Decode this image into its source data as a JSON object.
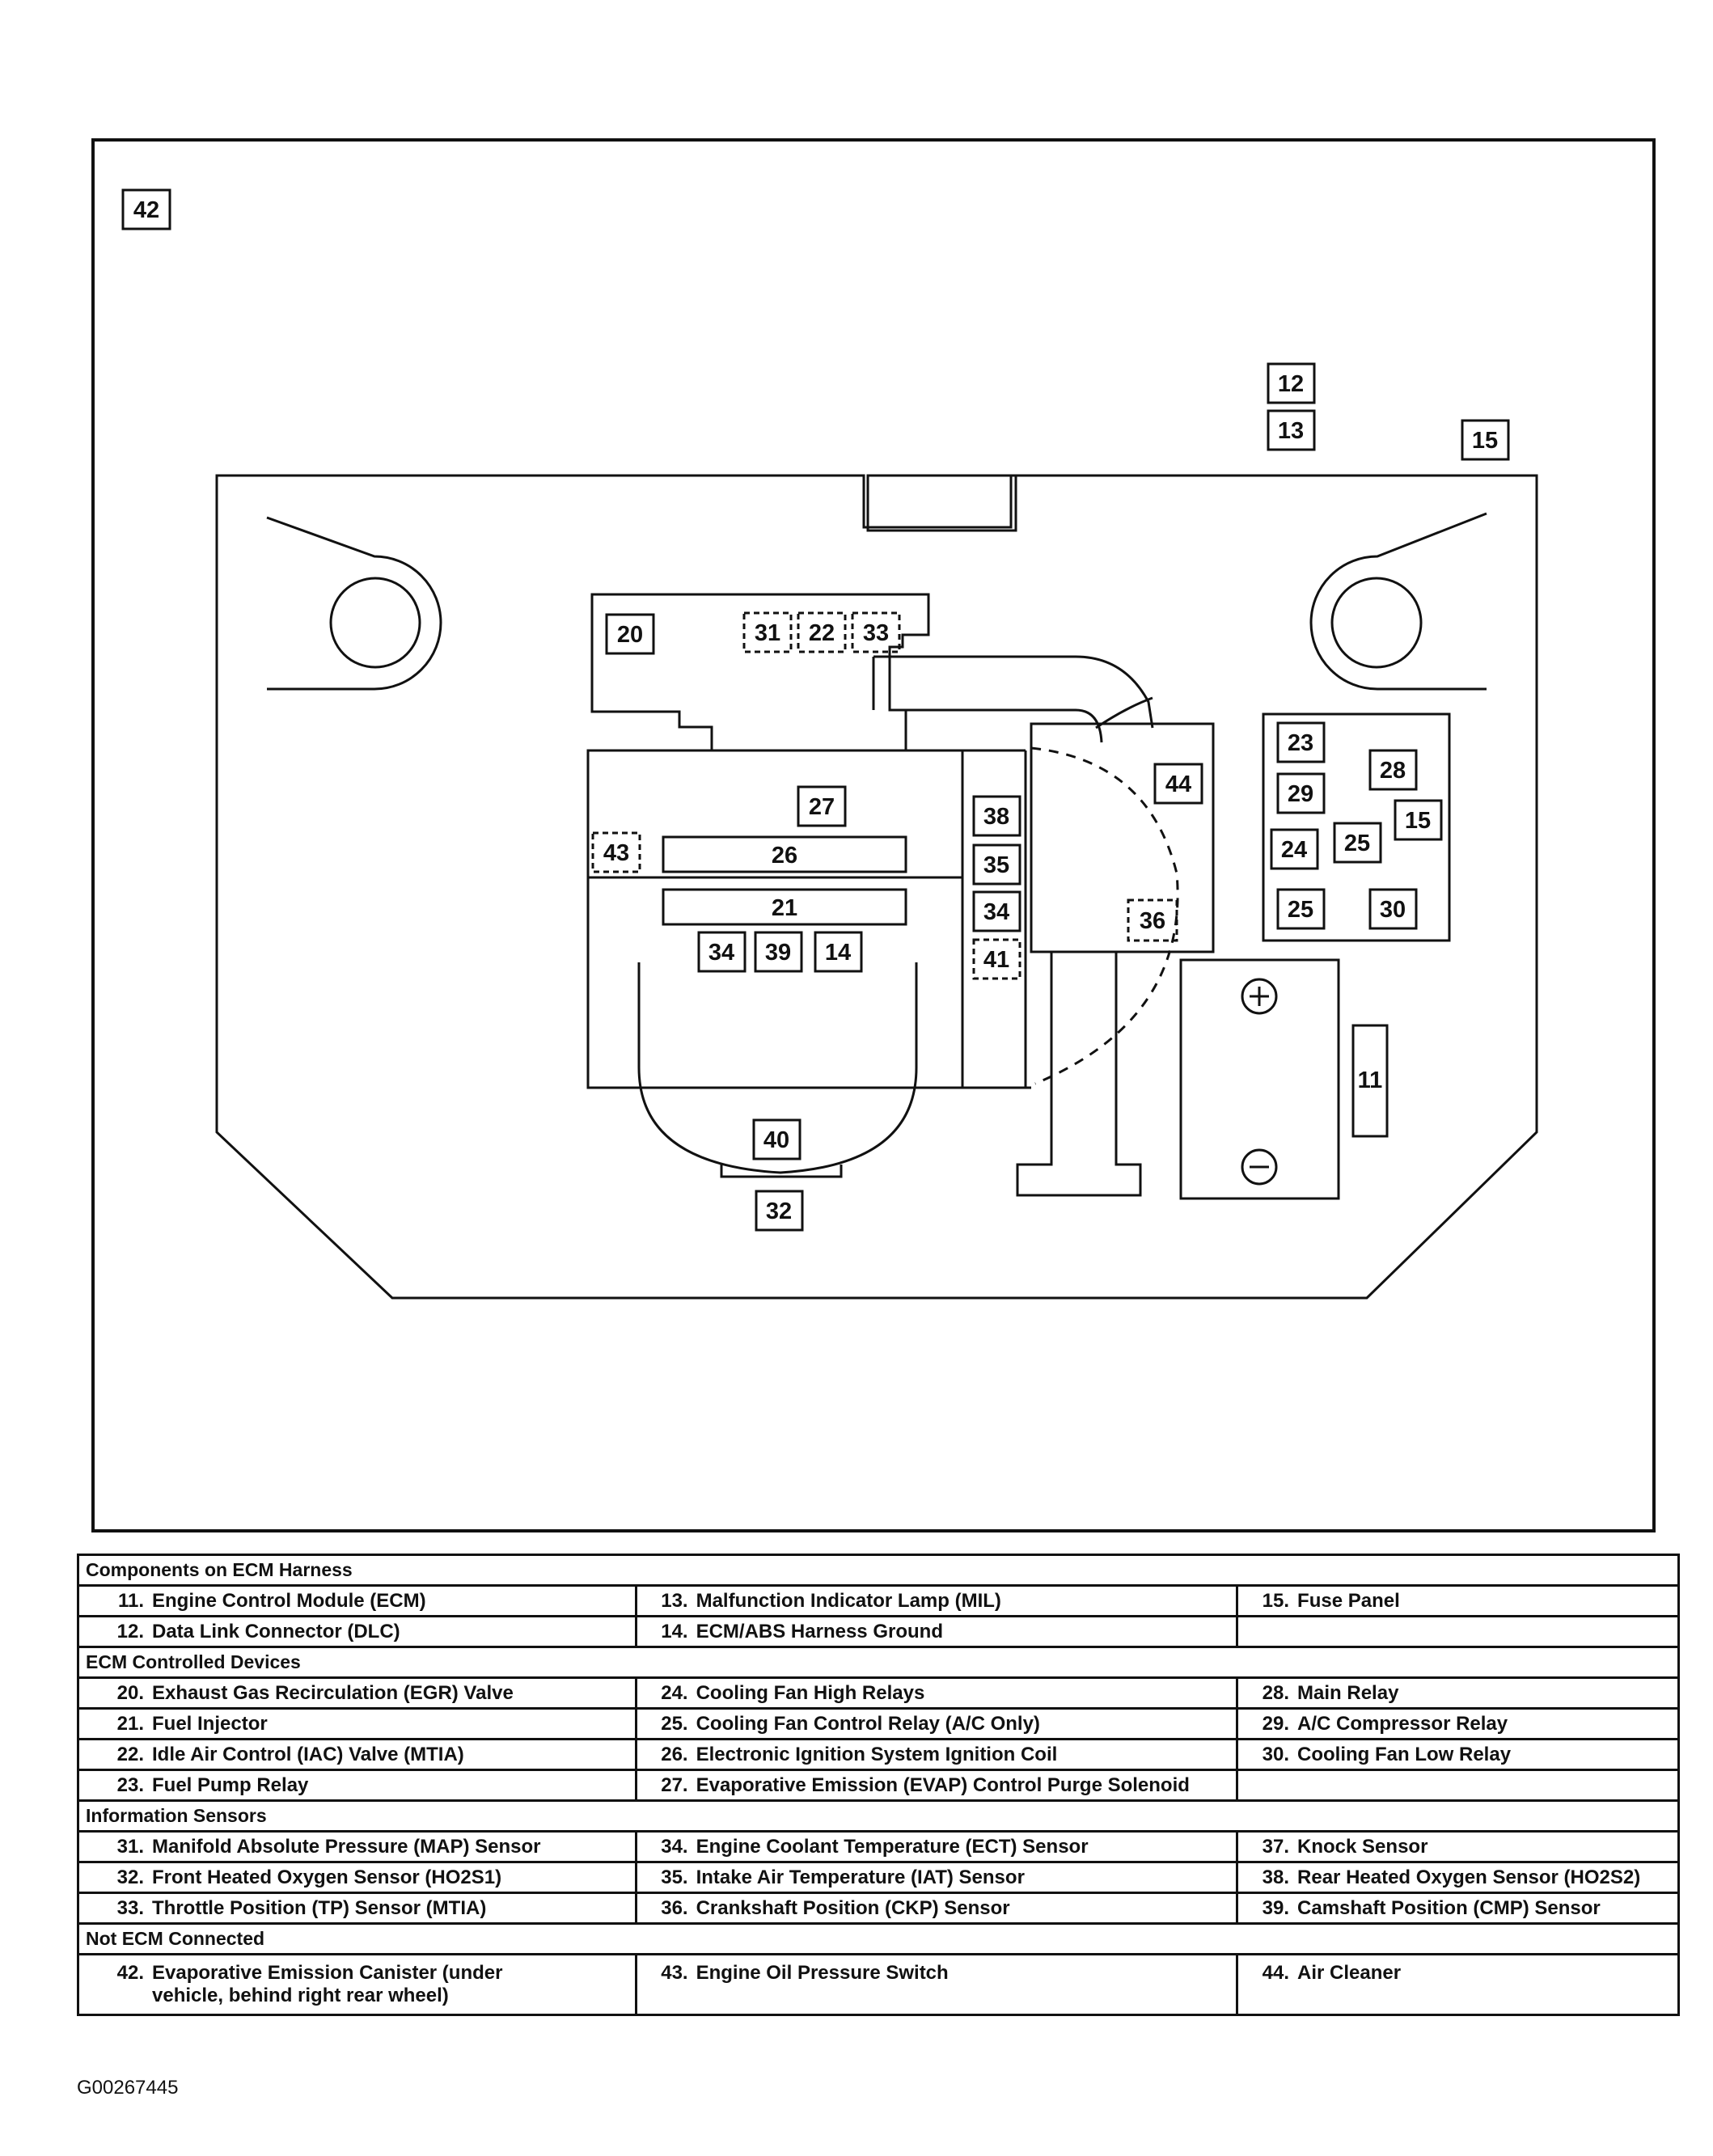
{
  "diagram": {
    "labels": {
      "l42": "42",
      "l12": "12",
      "l13": "13",
      "l15a": "15",
      "l20": "20",
      "l31": "31",
      "l22": "22",
      "l33": "33",
      "l44": "44",
      "l23": "23",
      "l28": "28",
      "l29": "29",
      "l15b": "15",
      "l24": "24",
      "l25a": "25",
      "l25b": "25",
      "l30": "30",
      "l27": "27",
      "l38": "38",
      "l43": "43",
      "l26": "26",
      "l35": "35",
      "l21": "21",
      "l34a": "34",
      "l34b": "34",
      "l39": "39",
      "l14": "14",
      "l36": "36",
      "l41": "41",
      "l11": "11",
      "l40": "40",
      "l32": "32"
    }
  },
  "legend": {
    "sections": [
      {
        "title": "Components on ECM Harness",
        "rows": [
          [
            [
              "11.",
              "Engine Control Module (ECM)"
            ],
            [
              "13.",
              "Malfunction Indicator Lamp (MIL)"
            ],
            [
              "15.",
              "Fuse Panel"
            ]
          ],
          [
            [
              "12.",
              "Data Link Connector (DLC)"
            ],
            [
              "14.",
              "ECM/ABS Harness Ground"
            ],
            [
              "",
              ""
            ]
          ]
        ]
      },
      {
        "title": "ECM Controlled Devices",
        "rows": [
          [
            [
              "20.",
              "Exhaust Gas Recirculation (EGR) Valve"
            ],
            [
              "24.",
              "Cooling Fan High Relays"
            ],
            [
              "28.",
              "Main Relay"
            ]
          ],
          [
            [
              "21.",
              "Fuel Injector"
            ],
            [
              "25.",
              "Cooling Fan Control Relay (A/C Only)"
            ],
            [
              "29.",
              "A/C Compressor Relay"
            ]
          ],
          [
            [
              "22.",
              "Idle Air Control (IAC) Valve (MTIA)"
            ],
            [
              "26.",
              "Electronic Ignition System Ignition Coil"
            ],
            [
              "30.",
              "Cooling Fan Low Relay"
            ]
          ],
          [
            [
              "23.",
              "Fuel Pump Relay"
            ],
            [
              "27.",
              "Evaporative Emission (EVAP) Control Purge Solenoid"
            ],
            [
              "",
              ""
            ]
          ]
        ]
      },
      {
        "title": "Information Sensors",
        "rows": [
          [
            [
              "31.",
              "Manifold Absolute Pressure (MAP) Sensor"
            ],
            [
              "34.",
              "Engine Coolant Temperature (ECT) Sensor"
            ],
            [
              "37.",
              "Knock Sensor"
            ]
          ],
          [
            [
              "32.",
              "Front Heated Oxygen Sensor (HO2S1)"
            ],
            [
              "35.",
              "Intake Air Temperature (IAT) Sensor"
            ],
            [
              "38.",
              "Rear Heated Oxygen Sensor (HO2S2)"
            ]
          ],
          [
            [
              "33.",
              "Throttle Position (TP) Sensor (MTIA)"
            ],
            [
              "36.",
              "Crankshaft Position (CKP) Sensor"
            ],
            [
              "39.",
              "Camshaft Position (CMP) Sensor"
            ]
          ]
        ]
      },
      {
        "title": "Not ECM Connected",
        "rows": [
          [
            [
              "42.",
              "Evaporative Emission Canister (under vehicle, behind right rear wheel)"
            ],
            [
              "43.",
              "Engine Oil Pressure Switch"
            ],
            [
              "44.",
              "Air Cleaner"
            ]
          ]
        ]
      }
    ]
  },
  "figure_id": "G00267445"
}
